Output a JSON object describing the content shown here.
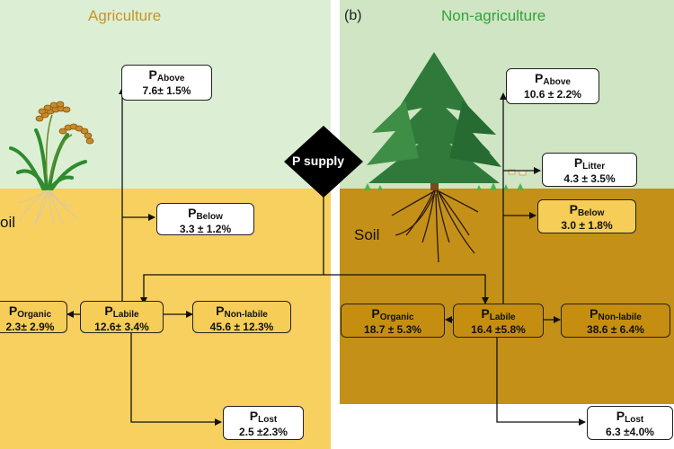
{
  "panels": {
    "a": {
      "title": "Agriculture",
      "title_color": "#c7942a",
      "sky_color": "#dcefd4",
      "soil_color": "#f7d060",
      "soil_label": "oil"
    },
    "b": {
      "label": "(b)",
      "title": "Non-agriculture",
      "title_color": "#33a23a",
      "sky_color": "#cfe5c4",
      "soil_color": "#c49018",
      "soil_label": "Soil"
    }
  },
  "center": {
    "supply_label": "P supply"
  },
  "boxes": {
    "a_above": {
      "name": "P",
      "sub": "Above",
      "value": "7.6± 1.5%"
    },
    "a_below": {
      "name": "P",
      "sub": "Below",
      "value": "3.3 ± 1.2%"
    },
    "a_organic": {
      "name": "P",
      "sub": "Organic",
      "value": "2.3± 2.9%"
    },
    "a_labile": {
      "name": "P",
      "sub": "Labile",
      "value": "12.6± 3.4%"
    },
    "a_nonlabile": {
      "name": "P",
      "sub": "Non-labile",
      "value": "45.6 ± 12.3%"
    },
    "a_lost": {
      "name": "P",
      "sub": "Lost",
      "value": "2.5 ±2.3%"
    },
    "b_above": {
      "name": "P",
      "sub": "Above",
      "value": "10.6 ± 2.2%"
    },
    "b_litter": {
      "name": "P",
      "sub": "Litter",
      "value": "4.3 ± 3.5%"
    },
    "b_below": {
      "name": "P",
      "sub": "Below",
      "value": "3.0 ± 1.8%"
    },
    "b_organic": {
      "name": "P",
      "sub": "Organic",
      "value": "18.7 ± 5.3%"
    },
    "b_labile": {
      "name": "P",
      "sub": "Labile",
      "value": "16.4 ±5.8%"
    },
    "b_nonlabile": {
      "name": "P",
      "sub": "Non-labile",
      "value": "38.6 ± 6.4%"
    },
    "b_lost": {
      "name": "P",
      "sub": "Lost",
      "value": "6.3 ±4.0%"
    }
  }
}
